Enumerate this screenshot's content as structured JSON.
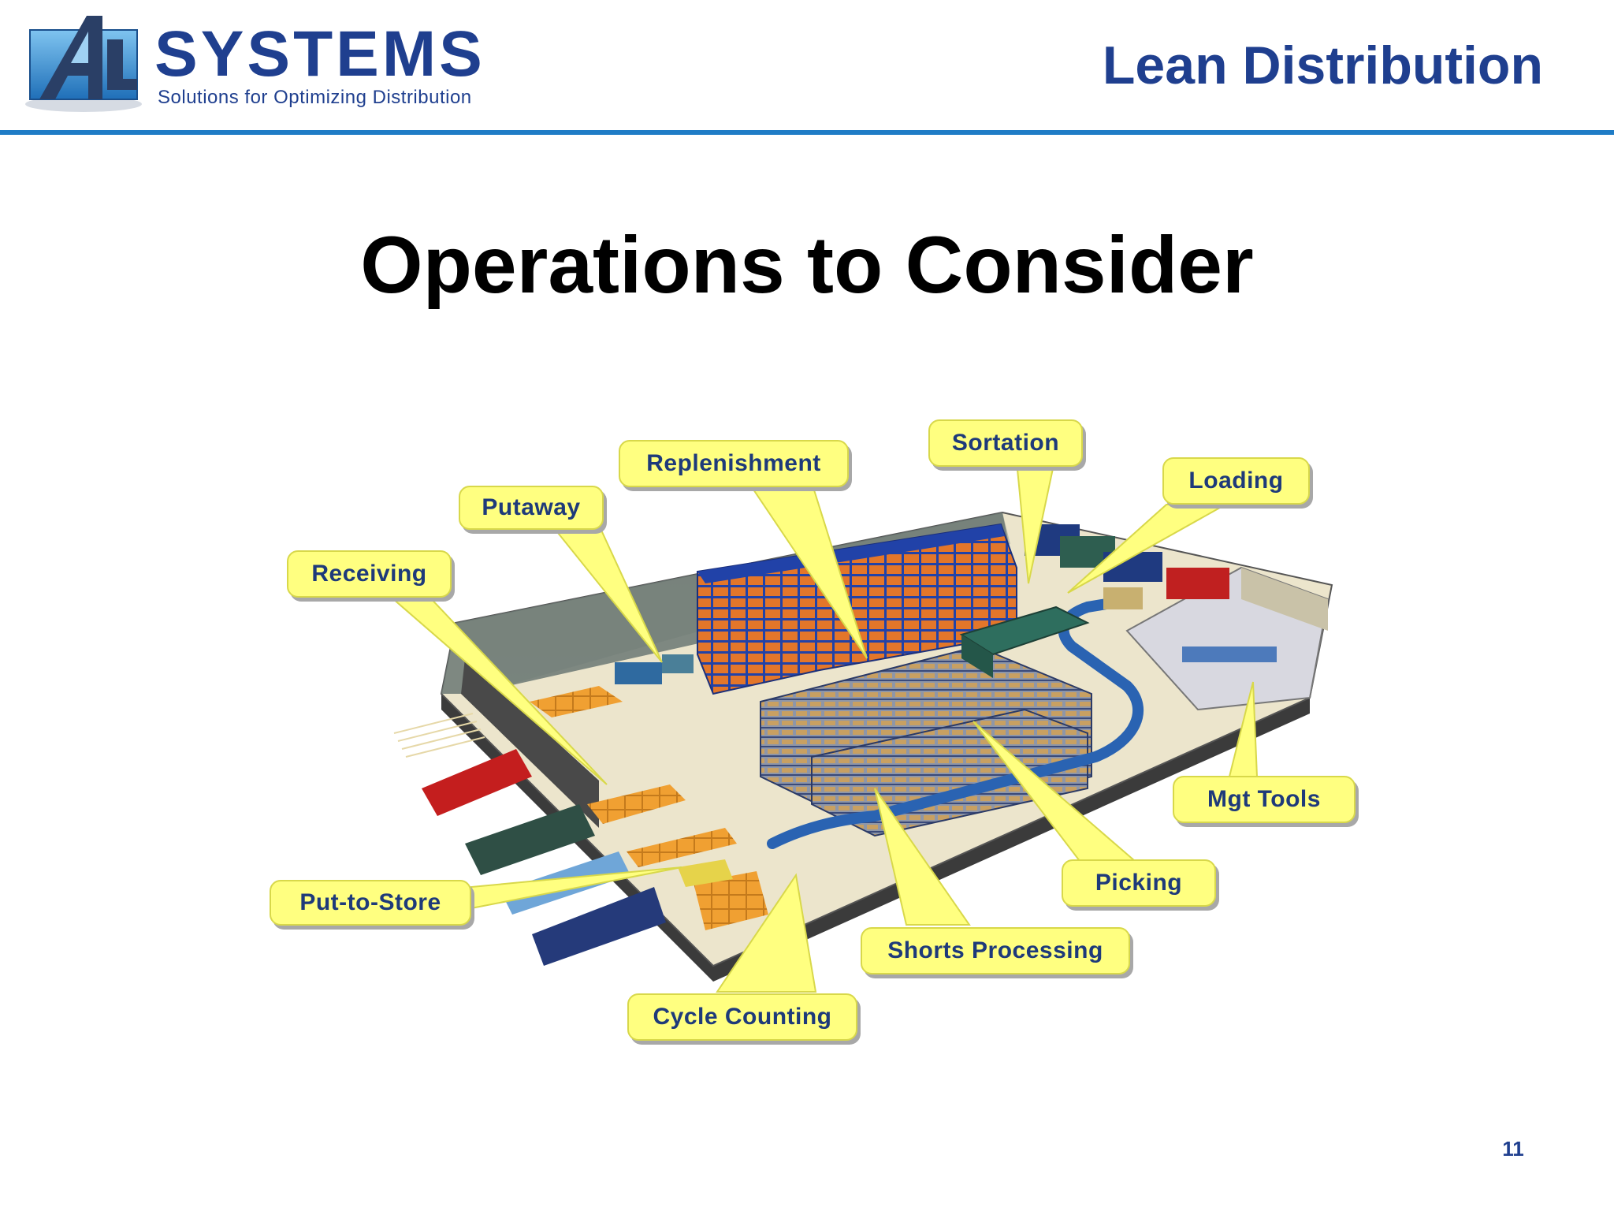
{
  "header": {
    "logo_text": "SYSTEMS",
    "logo_tagline": "Solutions for Optimizing Distribution",
    "title": "Lean Distribution",
    "rule_color": "#1f7cc6",
    "brand_color": "#1f3f8f"
  },
  "slide": {
    "title": "Operations to Consider",
    "page_number": "11"
  },
  "callouts": {
    "receiving": "Receiving",
    "putaway": "Putaway",
    "replenishment": "Replenishment",
    "sortation": "Sortation",
    "loading": "Loading",
    "mgt_tools": "Mgt Tools",
    "picking": "Picking",
    "shorts_processing": "Shorts Processing",
    "cycle_counting": "Cycle Counting",
    "put_to_store": "Put-to-Store"
  },
  "colors": {
    "callout_fill": "#ffff80",
    "callout_text": "#1e3a7a"
  }
}
